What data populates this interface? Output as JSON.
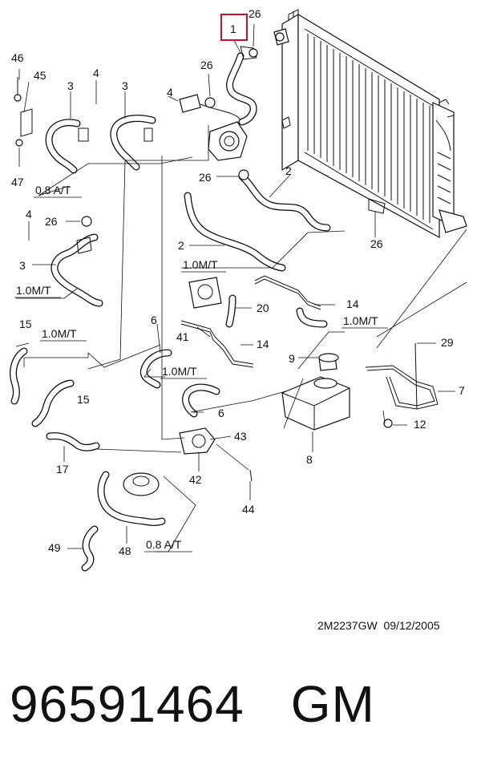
{
  "diagram": {
    "highlighted_callout": "1",
    "callouts": [
      {
        "id": "c1",
        "text": "1"
      },
      {
        "id": "c26a",
        "text": "26"
      },
      {
        "id": "c26b",
        "text": "26"
      },
      {
        "id": "c26c",
        "text": "26"
      },
      {
        "id": "c26d",
        "text": "26"
      },
      {
        "id": "c26e",
        "text": "26"
      },
      {
        "id": "c46",
        "text": "46"
      },
      {
        "id": "c45",
        "text": "45"
      },
      {
        "id": "c47",
        "text": "47"
      },
      {
        "id": "c3a",
        "text": "3"
      },
      {
        "id": "c3b",
        "text": "3"
      },
      {
        "id": "c3c",
        "text": "3"
      },
      {
        "id": "c4a",
        "text": "4"
      },
      {
        "id": "c4b",
        "text": "4"
      },
      {
        "id": "c4c",
        "text": "4"
      },
      {
        "id": "c2a",
        "text": "2"
      },
      {
        "id": "c2b",
        "text": "2"
      },
      {
        "id": "c20",
        "text": "20"
      },
      {
        "id": "c14a",
        "text": "14"
      },
      {
        "id": "c14b",
        "text": "14"
      },
      {
        "id": "c41",
        "text": "41"
      },
      {
        "id": "c15a",
        "text": "15"
      },
      {
        "id": "c15b",
        "text": "15"
      },
      {
        "id": "c6a",
        "text": "6"
      },
      {
        "id": "c6b",
        "text": "6"
      },
      {
        "id": "c9",
        "text": "9"
      },
      {
        "id": "c29",
        "text": "29"
      },
      {
        "id": "c7",
        "text": "7"
      },
      {
        "id": "c12",
        "text": "12"
      },
      {
        "id": "c8",
        "text": "8"
      },
      {
        "id": "c43",
        "text": "43"
      },
      {
        "id": "c42",
        "text": "42"
      },
      {
        "id": "c44",
        "text": "44"
      },
      {
        "id": "c17",
        "text": "17"
      },
      {
        "id": "c48",
        "text": "48"
      },
      {
        "id": "c49",
        "text": "49"
      }
    ],
    "spec_labels": [
      {
        "id": "s1",
        "text": "0.8 A/T"
      },
      {
        "id": "s2",
        "text": "1.0M/T"
      },
      {
        "id": "s3",
        "text": "1.0M/T"
      },
      {
        "id": "s4",
        "text": "1.0M/T"
      },
      {
        "id": "s5",
        "text": "1.0M/T"
      },
      {
        "id": "s6",
        "text": "1.0M/T"
      },
      {
        "id": "s7",
        "text": "0.8 A/T"
      }
    ]
  },
  "footer": {
    "drawing_code": "2M2237GW  09/12/2005",
    "part_number": "96591464",
    "brand": "GM"
  }
}
